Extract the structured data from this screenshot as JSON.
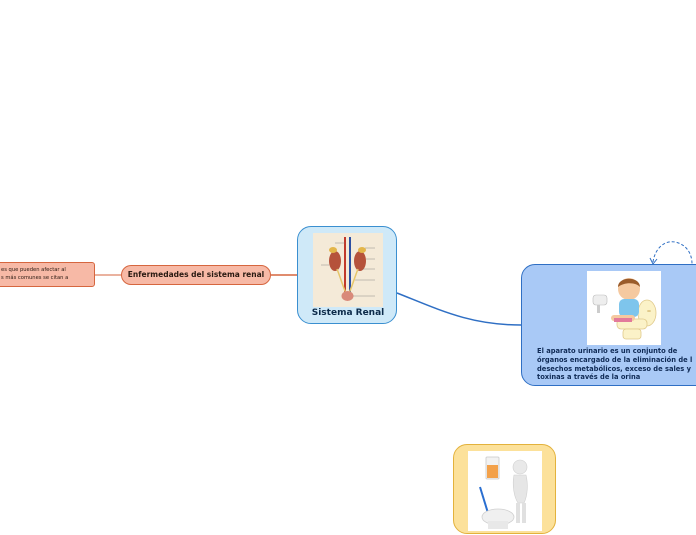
{
  "central": {
    "label": "Sistema Renal"
  },
  "enfermedades": {
    "label": "Enfermedades del sistema renal",
    "child_lines": [
      "es que pueden afectar al",
      "s más comunes se citan a"
    ]
  },
  "aparato": {
    "text_lines": [
      "El aparato urinario es un conjunto de",
      "órganos encargado de la eliminación de l",
      "desechos metabólicos, exceso de sales y",
      "toxinas a través de la orina"
    ]
  },
  "colors": {
    "central_fill": "#cfe9f8",
    "central_border": "#3a8fd0",
    "enf_fill": "#f7b9a6",
    "enf_border": "#d6663f",
    "aparato_fill": "#a9c9f6",
    "aparato_border": "#2f6fc4",
    "bottom_fill": "#fce19a",
    "bottom_border": "#e3b23c"
  }
}
